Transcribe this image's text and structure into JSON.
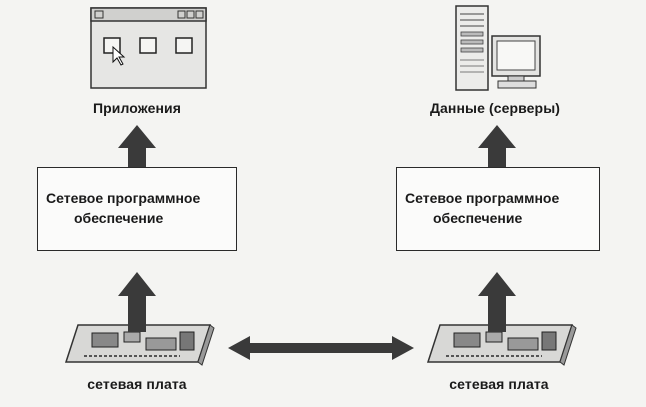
{
  "left": {
    "top_label": "Приложения",
    "box_line1": "Сетевое программное",
    "box_line2": "обеспечение",
    "bottom_label": "сетевая плата"
  },
  "right": {
    "top_label": "Данные (серверы)",
    "box_line1": "Сетевое программное",
    "box_line2": "обеспечение",
    "bottom_label": "сетевая плата"
  },
  "icons": {
    "left_top": "application-window-icon",
    "right_top": "server-computer-icon",
    "nic": "network-card-icon"
  },
  "colors": {
    "arrow": "#3a3a3a",
    "stroke": "#2a2a2a",
    "background": "#f4f4f2"
  }
}
